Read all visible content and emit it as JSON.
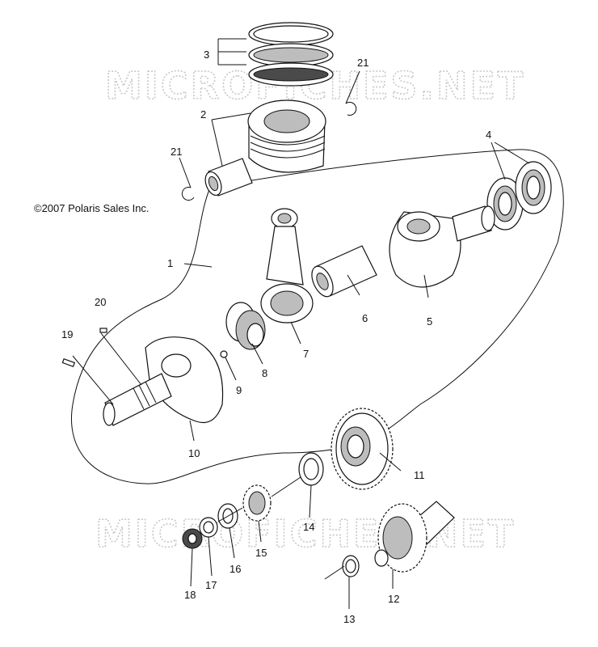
{
  "copyright": "©2007 Polaris Sales Inc.",
  "watermark": "MICROFICHES.NET",
  "callouts": {
    "c1": "1",
    "c2": "2",
    "c3": "3",
    "c4": "4",
    "c5": "5",
    "c6": "6",
    "c7": "7",
    "c8": "8",
    "c9": "9",
    "c10": "10",
    "c11": "11",
    "c12": "12",
    "c13": "13",
    "c14": "14",
    "c15": "15",
    "c16": "16",
    "c17": "17",
    "c18": "18",
    "c19": "19",
    "c20": "20",
    "c21a": "21",
    "c21b": "21"
  }
}
